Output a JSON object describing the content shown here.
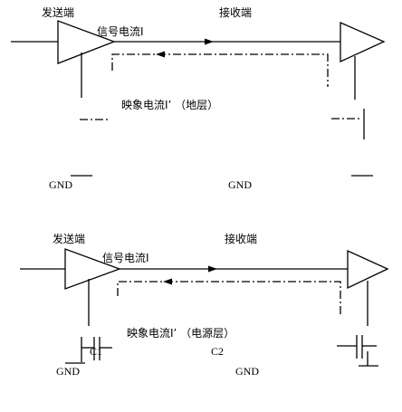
{
  "top_circuit": {
    "sender_label": "发送端",
    "signal_label": "信号电流I",
    "receiver_label": "接收端",
    "image_label": "映象电流I’ （地层）",
    "gnd_left": "GND",
    "gnd_center": "GND"
  },
  "bottom_circuit": {
    "sender_label": "发送端",
    "signal_label": "信号电流I",
    "receiver_label": "接收端",
    "image_label": "映象电流I’ （电源层）",
    "c1_label": "C1",
    "c2_label": "C2",
    "gnd_left": "GND",
    "gnd_center": "GND"
  }
}
